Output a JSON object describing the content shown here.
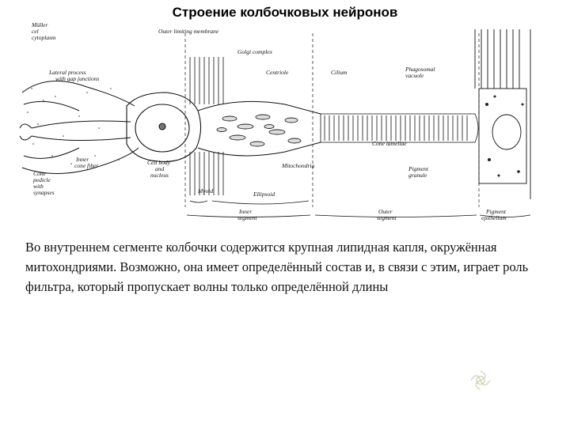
{
  "title": "Строение колбочковых нейронов",
  "figure": {
    "labels": {
      "muller": [
        "Müller",
        "cel",
        "cytoplasm"
      ],
      "outer_limiting": "Outer limiting membrane",
      "golgi": "Golgi complex",
      "centriole": "Centriole",
      "cilium": "Cilium",
      "phagosomal": [
        "Phagosomal",
        "vacuole"
      ],
      "lateral": [
        "Lateral process",
        "with gap junctions"
      ],
      "inner_fiber": [
        "Inner",
        "cone fiber"
      ],
      "cell_body": [
        "Cell body",
        "and",
        "nucleus"
      ],
      "mitochondria": "Mitochondria",
      "cone_lamellae": "Cone lamellae",
      "pigment_granule": [
        "Pigment",
        "granule"
      ],
      "cone_pedicle": [
        "Cone",
        "pedicle",
        "with",
        "synapses"
      ],
      "myoid": "Myoid",
      "ellipsoid": "Ellipsoid",
      "inner_segment": [
        "Inner",
        "segment"
      ],
      "outer_segment": [
        "Outer",
        "segment"
      ],
      "pigment_epithelium": [
        "Pigment",
        "epithelium"
      ]
    }
  },
  "text": "Во внутреннем сегменте колбочки содержится крупная липидная капля, окружённая митохондриями. Возможно, она имеет определённый состав и, в связи с этим, играет роль фильтра, который пропускает волны только определённой длины"
}
